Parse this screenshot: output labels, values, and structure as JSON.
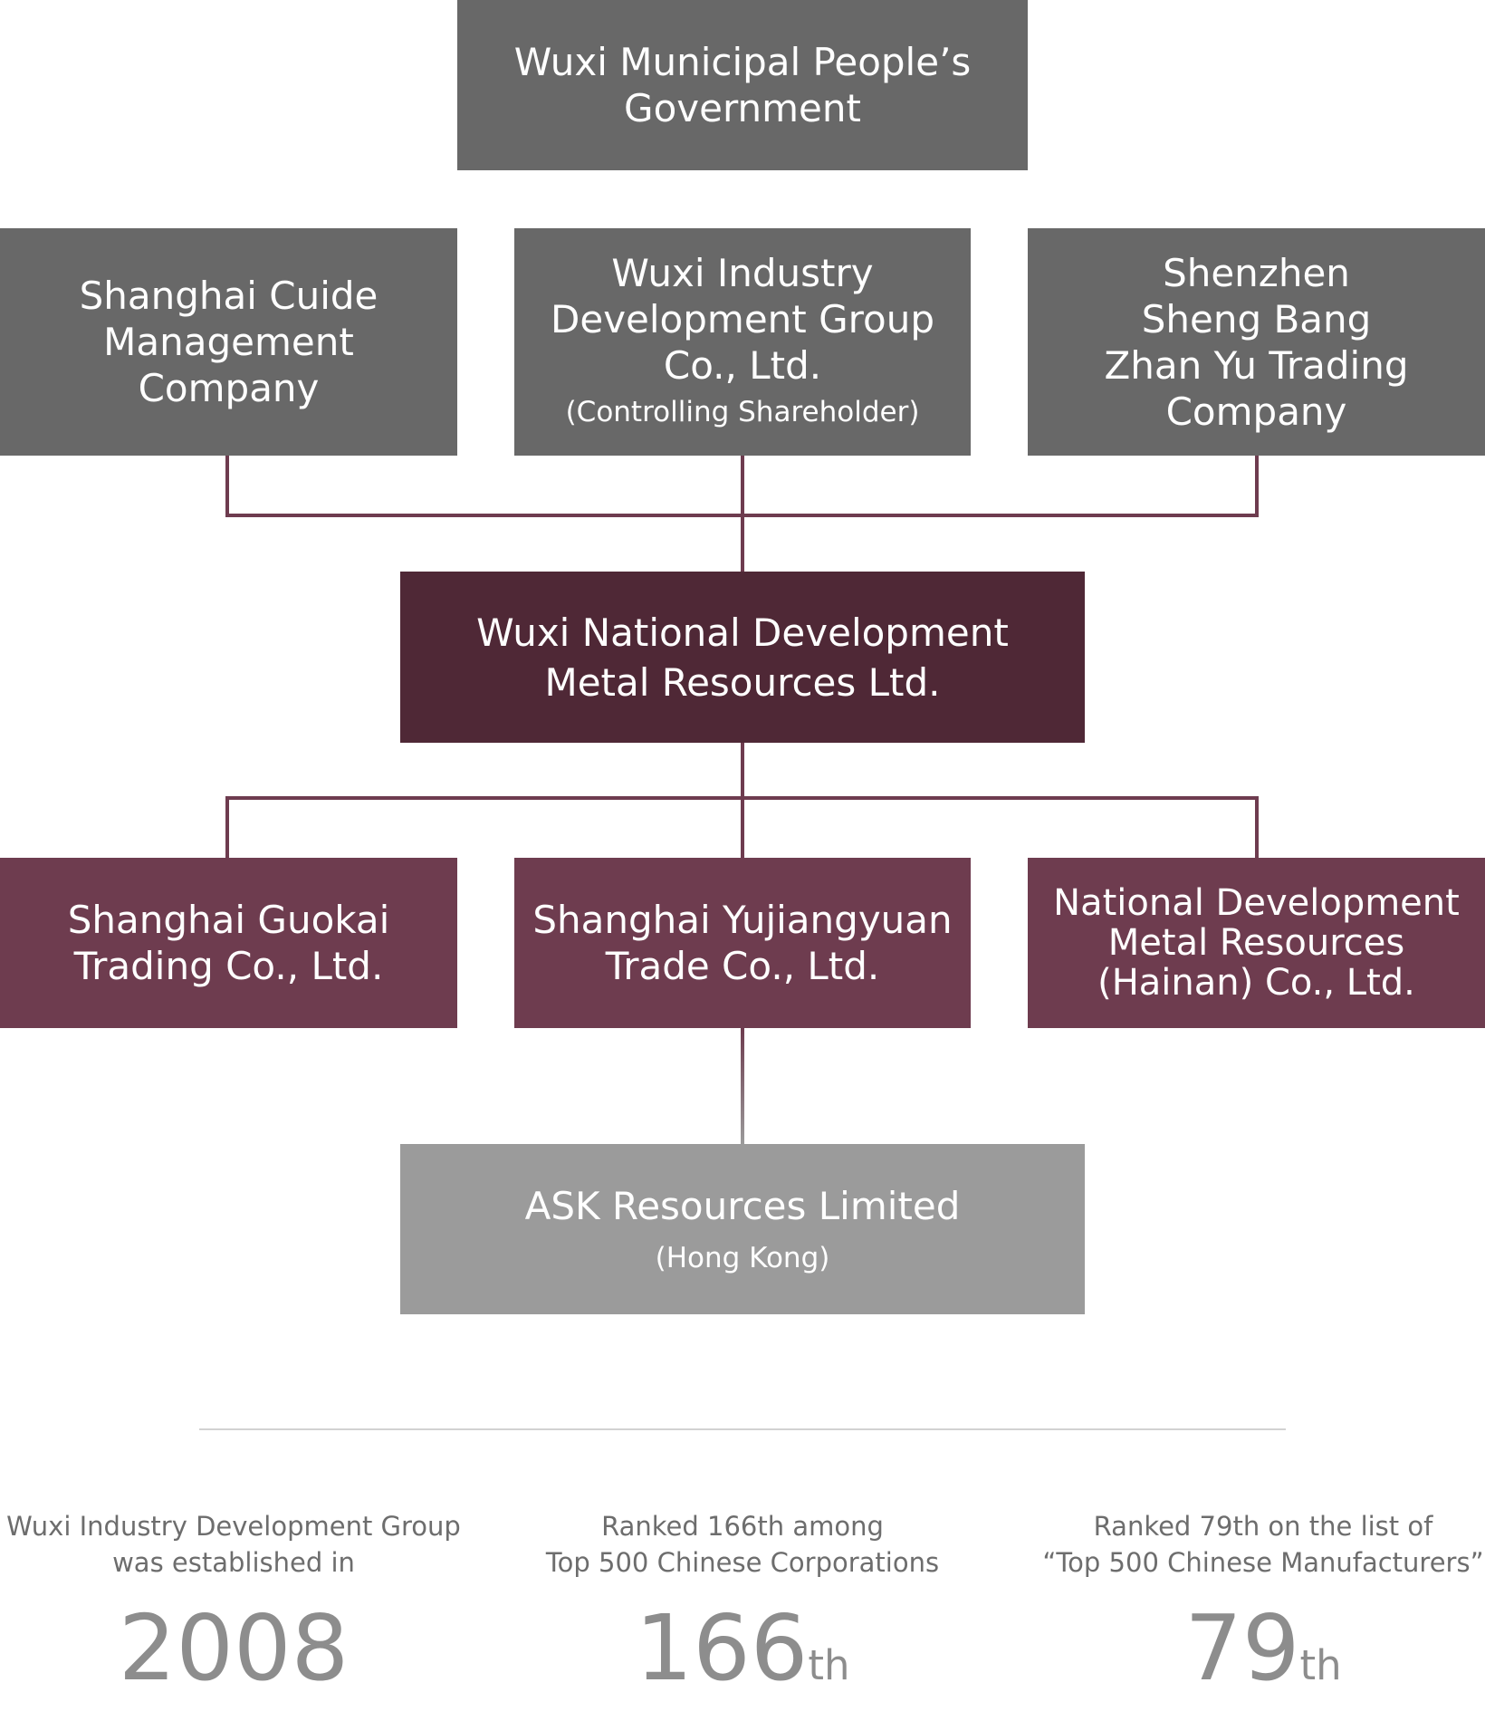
{
  "org_chart": {
    "government": {
      "lines": [
        "Wuxi Municipal People’s",
        "Government"
      ]
    },
    "shareholders": [
      {
        "lines": [
          "Shanghai Cuide",
          "Management",
          "Company"
        ],
        "note": ""
      },
      {
        "lines": [
          "Wuxi Industry",
          "Development Group",
          "Co., Ltd."
        ],
        "note": "(Controlling Shareholder)"
      },
      {
        "lines": [
          "Shenzhen",
          "Sheng Bang",
          "Zhan Yu Trading",
          "Company"
        ],
        "note": ""
      }
    ],
    "company": {
      "lines": [
        "Wuxi National Development",
        "Metal Resources Ltd."
      ]
    },
    "subsidiaries": [
      {
        "lines": [
          "Shanghai Guokai",
          "Trading Co., Ltd."
        ]
      },
      {
        "lines": [
          "Shanghai Yujiangyuan",
          "Trade Co., Ltd."
        ]
      },
      {
        "lines": [
          "National Development",
          "Metal Resources",
          "(Hainan) Co., Ltd."
        ]
      }
    ],
    "sub_subsidiary": {
      "lines": [
        "ASK Resources Limited"
      ],
      "note": "(Hong Kong)"
    }
  },
  "stats": [
    {
      "caption": [
        "Wuxi Industry Development Group",
        "was established in"
      ],
      "value": "2008",
      "suffix": ""
    },
    {
      "caption": [
        "Ranked 166th among",
        "Top 500 Chinese Corporations"
      ],
      "value": "166",
      "suffix": "th"
    },
    {
      "caption": [
        "Ranked 79th on the list of",
        "“Top 500 Chinese Manufacturers”"
      ],
      "value": "79",
      "suffix": "th"
    }
  ],
  "colors": {
    "grey_box": "#686868",
    "company_box": "#4f2836",
    "subsidiary_box": "#6e3c4f",
    "hk_box": "#9b9b9b",
    "connector": "#6e3c4f"
  }
}
